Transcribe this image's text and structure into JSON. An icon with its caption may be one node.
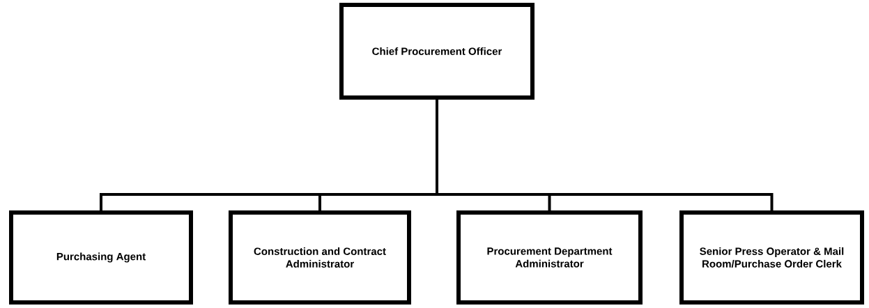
{
  "diagram": {
    "nodes": [
      {
        "text": [
          "Chief Procurement Officer"
        ]
      },
      {
        "text": [
          "Purchasing Agent"
        ]
      },
      {
        "text": [
          "Construction and Contract Administrator"
        ]
      },
      {
        "text": [
          "Procurement Department Administrator"
        ]
      },
      {
        "text": [
          "Senior Press Operator & Mail Room/Purchase Order Clerk"
        ]
      }
    ],
    "edges": [
      {
        "from": 0,
        "to": 1,
        "arrow": "none"
      },
      {
        "from": 0,
        "to": 2,
        "arrow": "none"
      },
      {
        "from": 0,
        "to": 3,
        "arrow": "none"
      },
      {
        "from": 0,
        "to": 4,
        "arrow": "none"
      }
    ]
  }
}
